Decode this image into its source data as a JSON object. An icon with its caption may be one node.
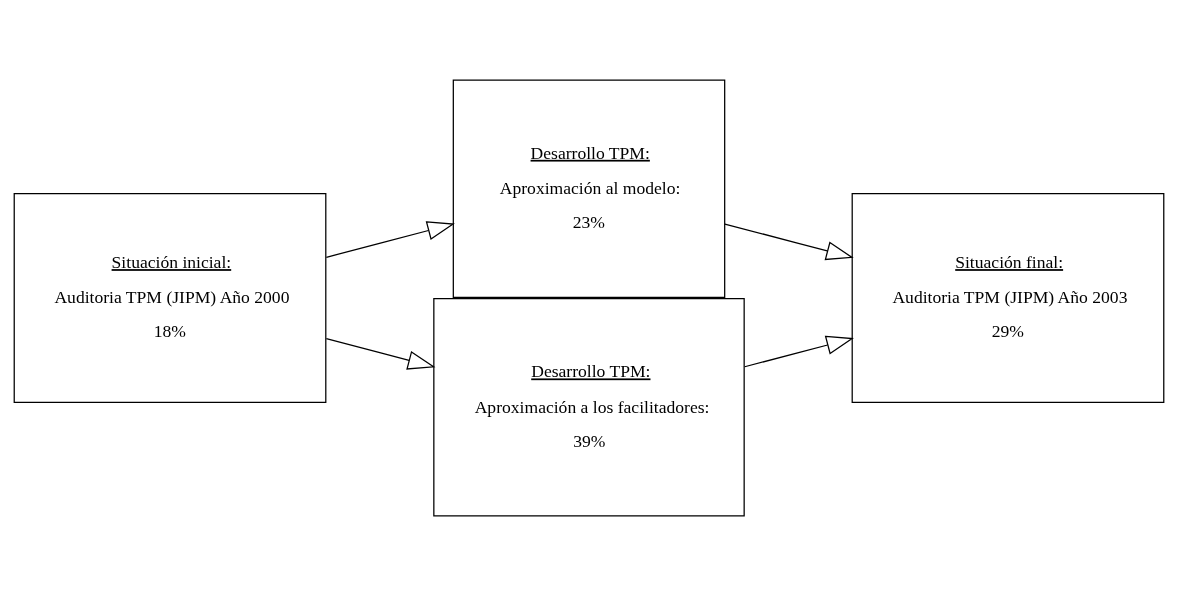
{
  "diagram": {
    "nodes": [
      {
        "text": [
          "Situación inicial:",
          "Auditoria TPM (JIPM) Año 2000",
          "18%"
        ]
      },
      {
        "text": [
          "Desarrollo TPM:",
          "Aproximación al modelo:",
          "23%"
        ]
      },
      {
        "text": [
          "Desarrollo TPM:",
          "Aproximación a los facilitadores:",
          "39%"
        ]
      },
      {
        "text": [
          "Situación final:",
          "Auditoria TPM (JIPM) Año 2003",
          "29%"
        ]
      }
    ],
    "edges": [
      {
        "from": 0,
        "to": 1,
        "arrow": "to"
      },
      {
        "from": 0,
        "to": 2,
        "arrow": "to"
      },
      {
        "from": 1,
        "to": 3,
        "arrow": "to"
      },
      {
        "from": 2,
        "to": 3,
        "arrow": "to"
      }
    ]
  }
}
